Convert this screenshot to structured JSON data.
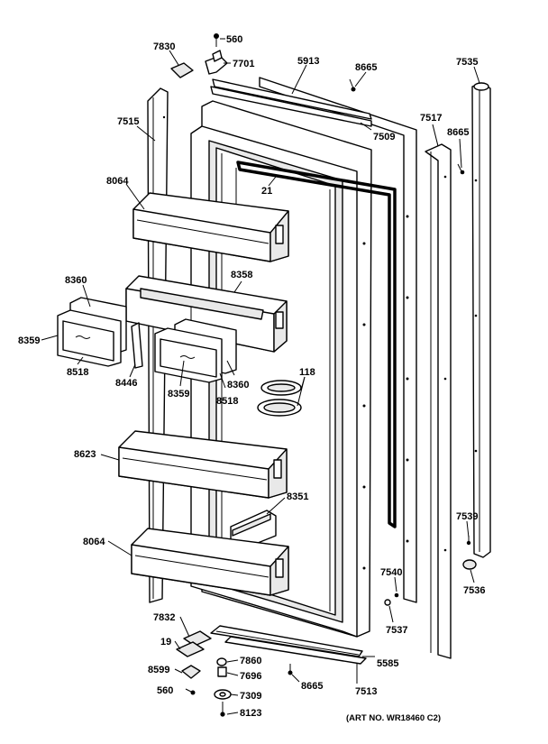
{
  "labels": {
    "l7830": "7830",
    "l560a": "560",
    "l7701": "7701",
    "l5913": "5913",
    "l8665a": "8665",
    "l7535": "7535",
    "l7515": "7515",
    "l7509": "7509",
    "l7517": "7517",
    "l8665b": "8665",
    "l8064a": "8064",
    "l21": "21",
    "l8360a": "8360",
    "l8358": "8358",
    "l8359a": "8359",
    "l8518a": "8518",
    "l8446": "8446",
    "l8359b": "8359",
    "l8360b": "8360",
    "l8518b": "8518",
    "l118": "118",
    "l8623": "8623",
    "l8351": "8351",
    "l8064b": "8064",
    "l7539": "7539",
    "l7540": "7540",
    "l7536": "7536",
    "l7537": "7537",
    "l7832": "7832",
    "l19": "19",
    "l7860": "7860",
    "l5585": "5585",
    "l8599": "8599",
    "l7696": "7696",
    "l8665c": "8665",
    "l7513": "7513",
    "l560b": "560",
    "l7309": "7309",
    "l8123": "8123"
  },
  "art_number": "(ART NO. WR18460 C2)"
}
